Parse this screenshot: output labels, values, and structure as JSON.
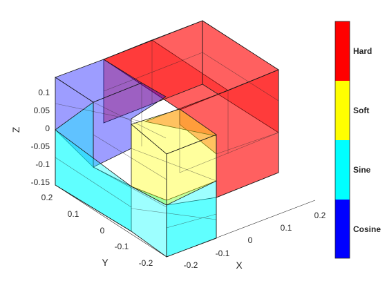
{
  "chart_data": {
    "type": "3d-voxel",
    "xlabel": "X",
    "ylabel": "Y",
    "zlabel": "Z",
    "x_ticks": [
      "-0.2",
      "-0.1",
      "0",
      "0.1",
      "0.2"
    ],
    "y_ticks": [
      "-0.2",
      "-0.1",
      "0",
      "0.1",
      "0.2"
    ],
    "z_ticks": [
      "-0.15",
      "-0.1",
      "-0.05",
      "0",
      "0.05",
      "0.1"
    ],
    "colorbar": [
      {
        "label": "Cosine",
        "color": "#0000ff"
      },
      {
        "label": "Sine",
        "color": "#00ffff"
      },
      {
        "label": "Soft",
        "color": "#ffff00"
      },
      {
        "label": "Hard",
        "color": "#ff0000"
      }
    ],
    "regions": [
      {
        "label": "Cosine",
        "color": "#0000ff",
        "opacity": 0.45
      },
      {
        "label": "Sine",
        "color": "#00ffff",
        "opacity": 0.45
      },
      {
        "label": "Soft",
        "color": "#ffff00",
        "opacity": 0.45
      },
      {
        "label": "Hard",
        "color": "#ff0000",
        "opacity": 0.45
      }
    ]
  }
}
